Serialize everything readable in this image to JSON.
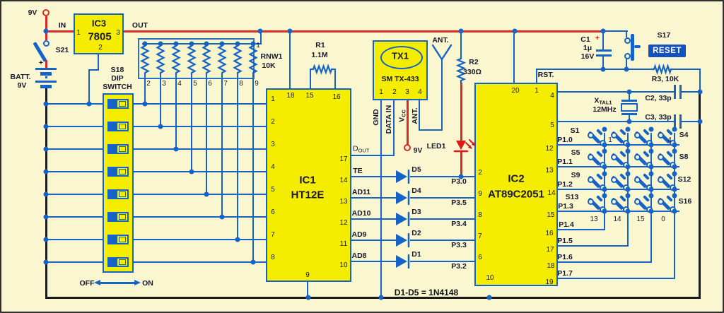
{
  "circuit": {
    "power": {
      "supply_label": "9V",
      "switch": "S21",
      "plus": "+",
      "battery_label": "BATT.",
      "battery_voltage": "9V",
      "regulator": {
        "ref": "IC3",
        "part": "7805",
        "pin_in": "1",
        "pin_gnd": "2",
        "pin_out": "3",
        "in": "IN",
        "out": "OUT"
      }
    },
    "dip": {
      "ref": "S18",
      "line1": "DIP",
      "line2": "SWITCH",
      "off": "OFF",
      "on": "ON"
    },
    "rnw": {
      "ref": "RNW1",
      "value": "10K",
      "pin_common": "1",
      "pins": [
        "2",
        "3",
        "4",
        "5",
        "6",
        "7",
        "8",
        "9"
      ]
    },
    "encoder": {
      "ref": "IC1",
      "part": "HT12E",
      "pins_left": [
        "1",
        "2",
        "3",
        "4",
        "5",
        "6",
        "7",
        "8"
      ],
      "pins_top": [
        "18",
        "15",
        "16"
      ],
      "pin_bottom": "9",
      "pins_right": [
        "17",
        "14",
        "13",
        "12",
        "11",
        "10"
      ],
      "dout_main": "D",
      "dout_sub": "OUT",
      "te": "TE",
      "ad11": "AD11",
      "ad10": "AD10",
      "ad9": "AD9",
      "ad8": "AD8"
    },
    "r1": {
      "ref": "R1",
      "value": "1.1M"
    },
    "tx": {
      "ref": "TX1",
      "part": "SM TX-433",
      "pins": [
        "1",
        "2",
        "3",
        "4"
      ],
      "gnd": "GND",
      "data_in": "DATA IN",
      "vcc_main": "V",
      "vcc_sub": "CC",
      "ant": "ANT.",
      "supply": "9V",
      "antenna": "ANT."
    },
    "r2": {
      "ref": "R2",
      "value": "330Ω"
    },
    "led": {
      "ref": "LED1"
    },
    "diodes": {
      "labels": [
        "D5",
        "D4",
        "D3",
        "D2",
        "D1"
      ],
      "note": "D1-D5 = 1N4148"
    },
    "mcu": {
      "ref": "IC2",
      "part": "AT89C2051",
      "pins_top": [
        "20",
        "1"
      ],
      "rst": "RST.",
      "pins_right": [
        "4",
        "5",
        "12",
        "13",
        "14",
        "15",
        "16",
        "17",
        "18",
        "19"
      ],
      "pins_left": [
        "2",
        "9",
        "8",
        "7",
        "6"
      ],
      "pin_bottom": "10",
      "p3": [
        "P3.0",
        "P3.5",
        "P3.4",
        "P3.3",
        "P3.2"
      ],
      "p1": [
        "P1.0",
        "P1.1",
        "P1.2",
        "P1.3",
        "P1.4",
        "P1.5",
        "P1.6",
        "P1.7"
      ]
    },
    "reset": {
      "c1_ref": "C1",
      "c1_plus": "+",
      "c1_value": "1μ",
      "c1_voltage": "16V",
      "s17": "S17",
      "button": "RESET",
      "r3": "R3, 10K"
    },
    "clock": {
      "xtal_main": "X",
      "xtal_sub": "TAL1",
      "xtal_value": "12MHz",
      "c2": "C2, 33p",
      "c3": "C3, 33p"
    },
    "keypad": {
      "rows_left": [
        "S1",
        "S5",
        "S9",
        "S13"
      ],
      "rows_right": [
        "S4",
        "S8",
        "S12",
        "S16"
      ],
      "key_top": [
        "1",
        "4"
      ],
      "key_bottom": [
        "13",
        "14",
        "15",
        "0"
      ]
    }
  },
  "colors": {
    "background": "#FAF6CF",
    "component_fill": "#F5ED00",
    "wire_blue": "#1663C7",
    "wire_red": "#D92B25",
    "wire_black": "#1b1b1b",
    "reset_badge": "#1550BF",
    "led_red": "#E01818"
  }
}
